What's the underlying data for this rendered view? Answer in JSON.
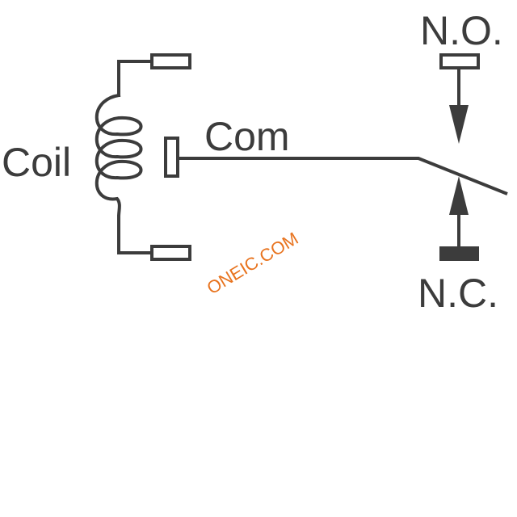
{
  "labels": {
    "coil": "Coil",
    "com": "Com",
    "normally_open": "N.O.",
    "normally_closed": "N.C."
  },
  "watermark": {
    "text": "ONEIC.COM"
  },
  "colors": {
    "stroke": "#3c3c3c",
    "watermark": "#e8731e",
    "background": "#ffffff"
  }
}
